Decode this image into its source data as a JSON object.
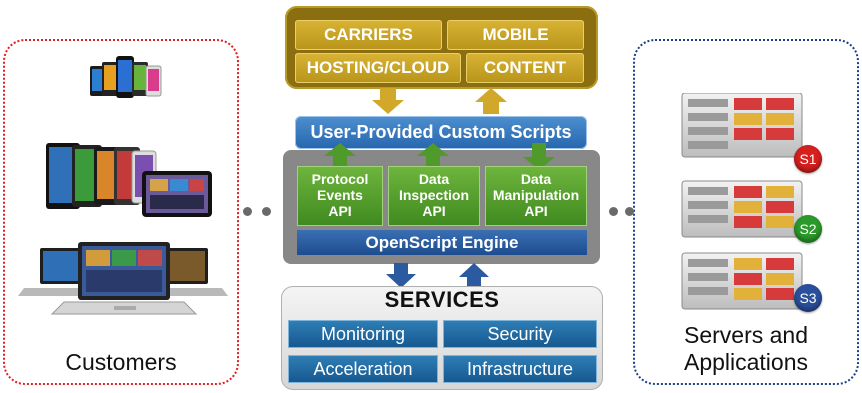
{
  "customers": {
    "label": "Customers"
  },
  "servers": {
    "label_line1": "Servers and",
    "label_line2": "Applications",
    "badges": [
      "S1",
      "S2",
      "S3"
    ],
    "badge_colors": [
      "#d61f1f",
      "#2a9a2a",
      "#2a4f9c"
    ]
  },
  "top_panel": {
    "tiles": [
      "CARRIERS",
      "MOBILE",
      "HOSTING/CLOUD",
      "CONTENT"
    ]
  },
  "scripts_bar": {
    "label": "User-Provided Custom Scripts"
  },
  "apis": [
    {
      "line1": "Protocol",
      "line2": "Events",
      "line3": "API"
    },
    {
      "line1": "Data",
      "line2": "Inspection",
      "line3": "API"
    },
    {
      "line1": "Data",
      "line2": "Manipulation",
      "line3": "API"
    }
  ],
  "engine": {
    "label": "OpenScript Engine"
  },
  "services": {
    "title": "SERVICES",
    "tiles": [
      "Monitoring",
      "Security",
      "Acceleration",
      "Infrastructure"
    ]
  },
  "colors": {
    "gold": "#d2a82a",
    "api_green": "#4f9a2a",
    "engine_blue": "#1e4d8f",
    "customer_border": "#e0201c",
    "server_border": "#1e3f8a"
  }
}
